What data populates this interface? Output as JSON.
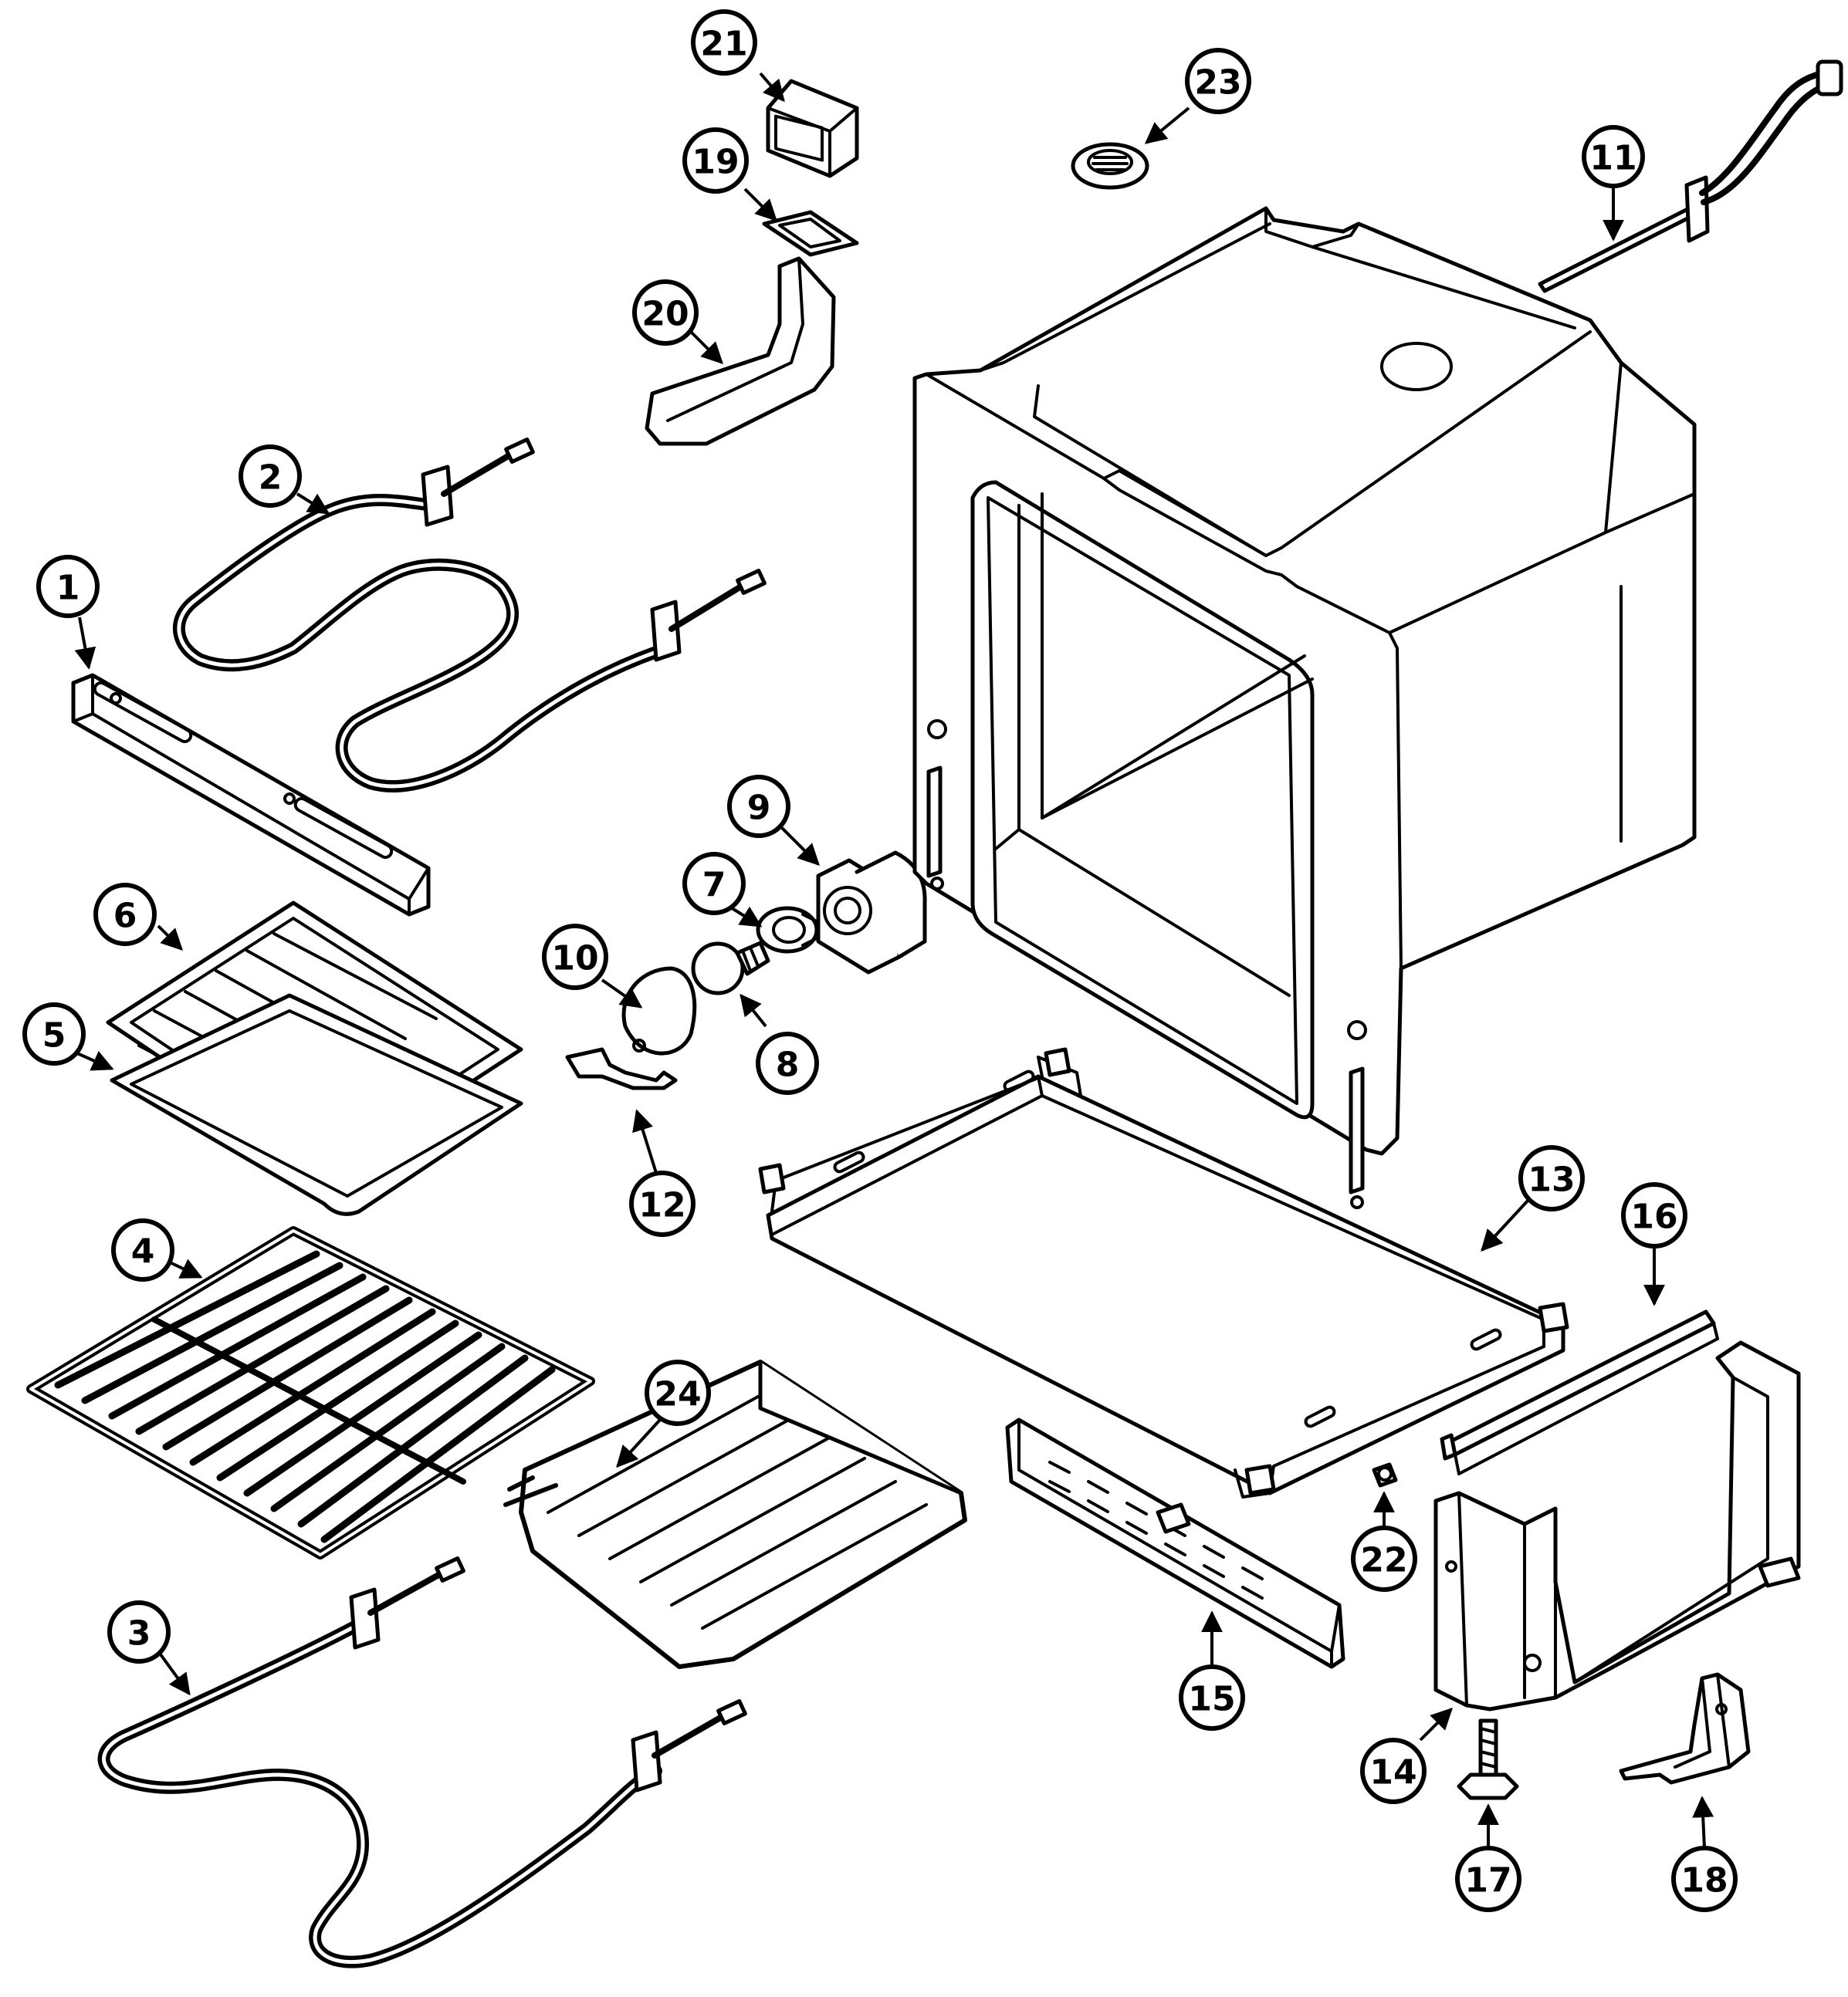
{
  "callouts": [
    {
      "label": "1"
    },
    {
      "label": "2"
    },
    {
      "label": "3"
    },
    {
      "label": "4"
    },
    {
      "label": "5"
    },
    {
      "label": "6"
    },
    {
      "label": "7"
    },
    {
      "label": "8"
    },
    {
      "label": "9"
    },
    {
      "label": "10"
    },
    {
      "label": "11"
    },
    {
      "label": "12"
    },
    {
      "label": "13"
    },
    {
      "label": "14"
    },
    {
      "label": "15"
    },
    {
      "label": "16"
    },
    {
      "label": "17"
    },
    {
      "label": "18"
    },
    {
      "label": "19"
    },
    {
      "label": "20"
    },
    {
      "label": "21"
    },
    {
      "label": "22"
    },
    {
      "label": "23"
    },
    {
      "label": "24"
    }
  ],
  "colors": {
    "line": "#000000",
    "background": "#ffffff"
  }
}
